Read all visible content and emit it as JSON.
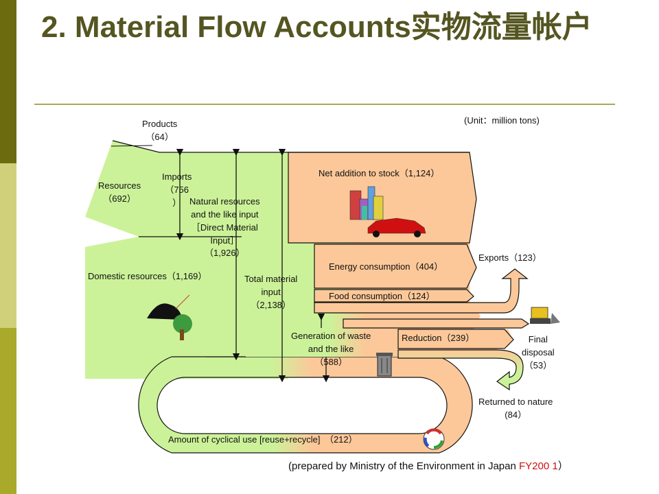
{
  "title": "2. Material Flow Accounts实物流量帐户",
  "unit_note": "(Unit：million tons)",
  "labels": {
    "products": "Products",
    "products_value": "（64）",
    "imports": "Imports",
    "imports_value": "（756",
    "imports_close": "）",
    "resources": "Resources",
    "resources_value": "（692）",
    "natural_resources_l1": "Natural resources",
    "natural_resources_l2": "and the like input",
    "natural_resources_l3": "［Direct Material",
    "natural_resources_l4": "Input］",
    "natural_resources_value": "（1,926）",
    "domestic_resources": "Domestic resources（1,169）",
    "total_input_l1": "Total material",
    "total_input_l2": "input",
    "total_input_value": "（2,138）",
    "net_addition": "Net addition to stock（1,124）",
    "energy": "Energy consumption（404）",
    "food": "Food consumption（124）",
    "exports": "Exports（123）",
    "waste_l1": "Generation of waste",
    "waste_l2": "and the like",
    "waste_value": "（588）",
    "reduction": "Reduction（239）",
    "final_disposal_l1": "Final",
    "final_disposal_l2": "disposal",
    "final_disposal_value": "（53）",
    "returned_l1": "Returned to nature",
    "returned_value": "(84）",
    "cyclical": "Amount of cyclical use [reuse+recycle]　（212）"
  },
  "credit": {
    "prefix": "(prepared by Ministry of the Environment in Japan ",
    "fy": "FY200 1",
    "suffix": "）"
  },
  "colors": {
    "green_flow": "#ccf299",
    "orange_flow": "#fcc899",
    "sidebar_dark": "#6b6b10",
    "sidebar_light": "#d0d07a",
    "title_color": "#555522"
  }
}
